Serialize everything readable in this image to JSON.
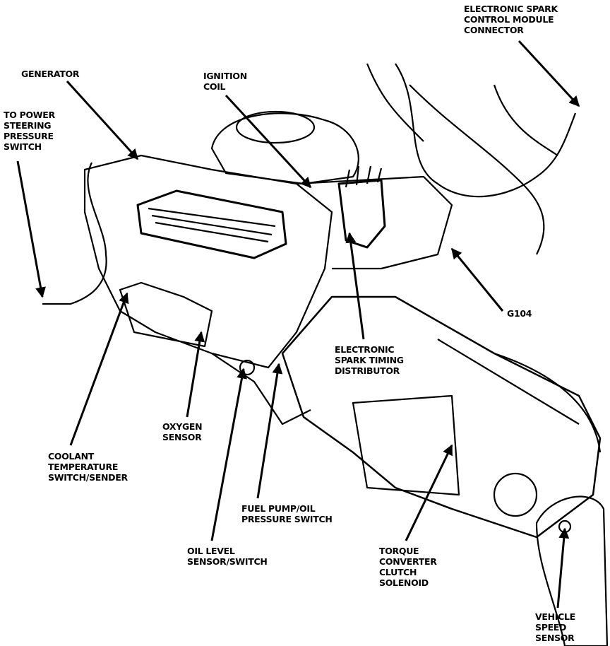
{
  "labels": {
    "esc_connector": [
      "ELECTRONIC SPARK",
      "CONTROL MODULE",
      "CONNECTOR"
    ],
    "generator": [
      "GENERATOR"
    ],
    "ignition_coil": [
      "IGNITION",
      "COIL"
    ],
    "power_steering": [
      "TO POWER",
      "STEERING",
      "PRESSURE",
      "SWITCH"
    ],
    "g104": [
      "G104"
    ],
    "distributor": [
      "ELECTRONIC",
      "SPARK TIMING",
      "DISTRIBUTOR"
    ],
    "oxygen_sensor": [
      "OXYGEN",
      "SENSOR"
    ],
    "coolant": [
      "COOLANT",
      "TEMPERATURE",
      "SWITCH/SENDER"
    ],
    "fuel_pump": [
      "FUEL PUMP/OIL",
      "PRESSURE SWITCH"
    ],
    "oil_level": [
      "OIL LEVEL",
      "SENSOR/SWITCH"
    ],
    "tcc_solenoid": [
      "TORQUE",
      "CONVERTER",
      "CLUTCH",
      "SOLENOID"
    ],
    "vss": [
      "VEHICLE",
      "SPEED",
      "SENSOR"
    ]
  },
  "colors": {
    "ink": "#000000",
    "paper": "#ffffff"
  }
}
